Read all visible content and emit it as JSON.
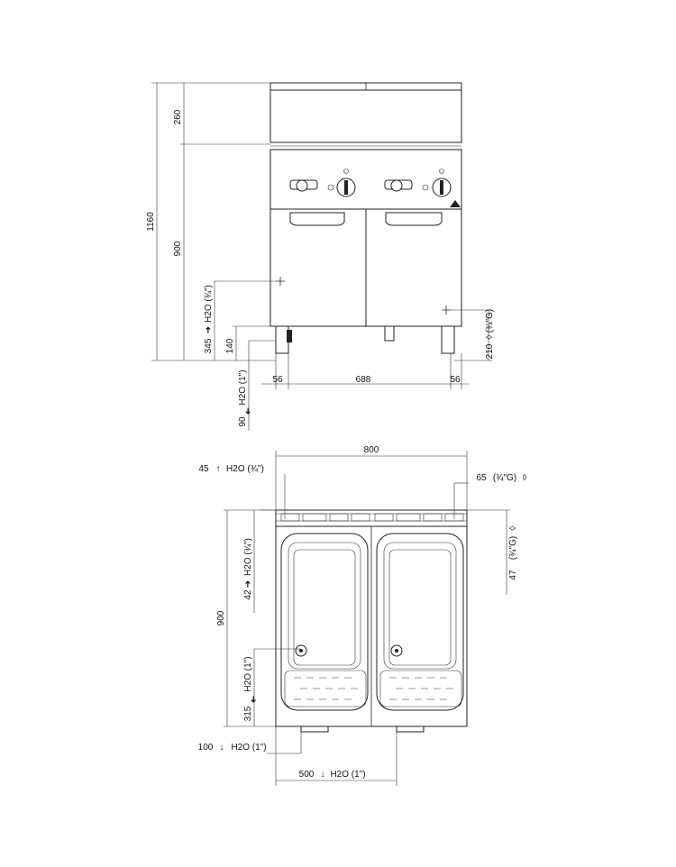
{
  "front_view": {
    "dims": {
      "total_height": "1160",
      "top_section": "260",
      "cabinet_height": "900",
      "inlet_height": "345",
      "inlet_label": "H2O (¾\")",
      "leg_height": "140",
      "drain_height": "90",
      "drain_label": "H2O (1\")",
      "side_left": "56",
      "width_between": "688",
      "side_right": "56",
      "gas_height": "210",
      "gas_label": "(¾\"G)"
    }
  },
  "top_view": {
    "dims": {
      "overall_width": "800",
      "water_inlet_top": "45",
      "water_inlet_top_label": "H2O (¾\")",
      "gas_top": "65",
      "gas_top_label": "(¾\"G)",
      "depth": "900",
      "water_inlet_side": "42",
      "water_inlet_side_label": "H2O (¾\")",
      "gas_side": "47",
      "gas_side_label": "(¾\"G)",
      "drain_side": "315",
      "drain_side_label": "H2O (1\")",
      "drain_bottom_a": "100",
      "drain_bottom_a_label": "H2O (1\")",
      "drain_bottom_b": "500",
      "drain_bottom_b_label": "H2O (1\")"
    }
  }
}
